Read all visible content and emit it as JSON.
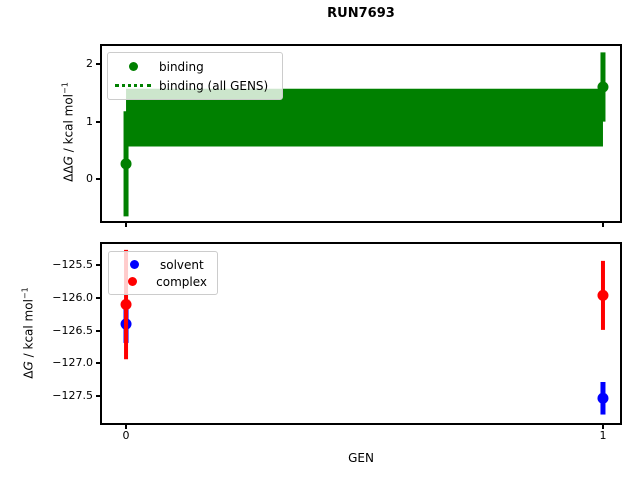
{
  "title": "RUN7693",
  "chart_data": [
    {
      "type": "scatter",
      "plot_id": "binding-plot",
      "ylabel": "ΔΔG / kcal mol−1",
      "ylabel_parts": {
        "prefix": "ΔΔ",
        "var": "G",
        "rest": " / kcal mol",
        "sup": "−1"
      },
      "xlabel": "",
      "xlim": [
        -0.0504,
        1.0357
      ],
      "ylim": [
        -0.72,
        2.31
      ],
      "yticks": [
        {
          "value": 0,
          "label": "0"
        },
        {
          "value": 1,
          "label": "1"
        },
        {
          "value": 2,
          "label": "2"
        }
      ],
      "xticks": [
        {
          "value": 0,
          "label": ""
        },
        {
          "value": 1,
          "label": ""
        }
      ],
      "grid": false,
      "legend_position": "upper-left",
      "series": [
        {
          "name": "binding (all GENS)",
          "render": "band",
          "color": "#008000",
          "linestyle": "dotted",
          "x": [
            0,
            1
          ],
          "band_lo": 0.57,
          "band_hi": 1.57,
          "center": 1.07
        },
        {
          "name": "binding",
          "render": "errorbar",
          "color": "#008000",
          "marker": "circle",
          "x": [
            0,
            1
          ],
          "y": [
            0.27,
            1.6
          ],
          "yerr": [
            0.91,
            0.6
          ],
          "linewidth": 5
        }
      ],
      "legend": [
        {
          "label": "binding",
          "marker": "circle",
          "color": "#008000"
        },
        {
          "label": "binding (all GENS)",
          "marker": "dotted-line",
          "color": "#008000"
        }
      ]
    },
    {
      "type": "scatter",
      "plot_id": "free-energy-plot",
      "ylabel": "ΔG / kcal mol−1",
      "ylabel_parts": {
        "prefix": "Δ",
        "var": "G",
        "rest": " / kcal mol",
        "sup": "−1"
      },
      "xlabel": "GEN",
      "xlim": [
        -0.0504,
        1.0357
      ],
      "ylim": [
        -127.92,
        -125.17
      ],
      "yticks": [
        {
          "value": -127.5,
          "label": "−127.5"
        },
        {
          "value": -127.0,
          "label": "−127.0"
        },
        {
          "value": -126.5,
          "label": "−126.5"
        },
        {
          "value": -126.0,
          "label": "−126.0"
        },
        {
          "value": -125.5,
          "label": "−125.5"
        }
      ],
      "xticks": [
        {
          "value": 0,
          "label": "0"
        },
        {
          "value": 1,
          "label": "1"
        }
      ],
      "grid": false,
      "legend_position": "upper-left",
      "series": [
        {
          "name": "solvent",
          "render": "errorbar",
          "color": "#0000ff",
          "marker": "circle",
          "x": [
            0,
            1
          ],
          "y": [
            -126.4,
            -127.54
          ],
          "yerr": [
            0.29,
            0.25
          ],
          "linewidth": 5
        },
        {
          "name": "complex",
          "render": "errorbar",
          "color": "#ff0000",
          "marker": "circle",
          "x": [
            0,
            1
          ],
          "y": [
            -126.1,
            -125.96
          ],
          "yerr": [
            0.84,
            0.53
          ],
          "linewidth": 4
        }
      ],
      "legend": [
        {
          "label": "solvent",
          "marker": "circle",
          "color": "#0000ff"
        },
        {
          "label": "complex",
          "marker": "circle",
          "color": "#ff0000"
        }
      ]
    }
  ]
}
